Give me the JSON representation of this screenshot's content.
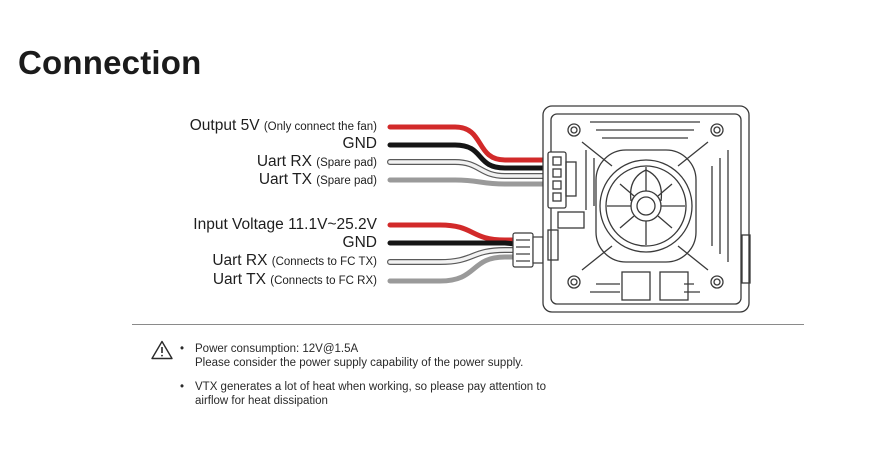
{
  "title": "Connection",
  "connector_top": {
    "output": {
      "label": "Output 5V",
      "note": "(Only connect the fan)"
    },
    "gnd": {
      "label": "GND"
    },
    "uart_rx": {
      "label": "Uart RX",
      "note": "(Spare pad)"
    },
    "uart_tx": {
      "label": "Uart TX",
      "note": "(Spare pad)"
    }
  },
  "connector_bottom": {
    "input": {
      "label": "Input Voltage 11.1V~25.2V"
    },
    "gnd": {
      "label": "GND"
    },
    "uart_rx": {
      "label": "Uart RX",
      "note": "(Connects to FC TX)"
    },
    "uart_tx": {
      "label": "Uart TX",
      "note": "(Connects to FC RX)"
    }
  },
  "notes": [
    {
      "bullet": "•",
      "lines": [
        "Power consumption: 12V@1.5A",
        "Please consider the power supply capability of the power supply."
      ]
    },
    {
      "bullet": "•",
      "lines": [
        "VTX generates a lot of heat when working, so please pay attention to",
        "airflow for heat dissipation"
      ]
    }
  ],
  "icons": {
    "warning": "warning-triangle-icon",
    "fan": "fan-icon"
  },
  "colors": {
    "red_wire": "#d22a2a",
    "black_wire": "#151515",
    "white_wire": "#d8d8d8",
    "grey_wire": "#9a9a9a",
    "board_outline": "#3a3a3a"
  }
}
